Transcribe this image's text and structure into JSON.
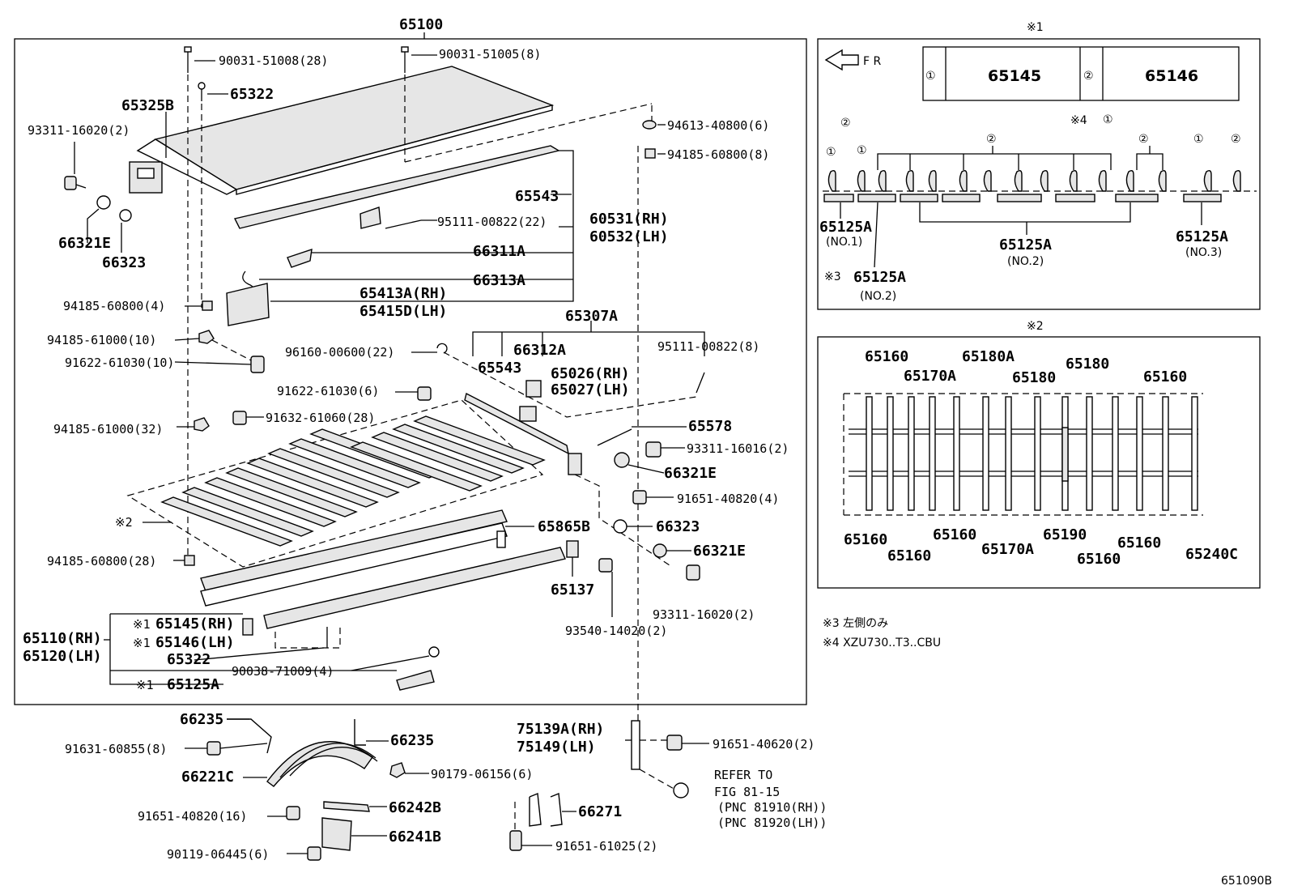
{
  "main": {
    "title": "65100",
    "labels": [
      "90031-51008(28)",
      "90031-51005(8)",
      "65322",
      "65325B",
      "93311-16020(2)",
      "66321E",
      "66323",
      "94613-40800(6)",
      "94185-60800(8)",
      "65543",
      "95111-00822(22)",
      "60531(RH)",
      "60532(LH)",
      "66311A",
      "66313A",
      "65413A(RH)",
      "65415D(LH)",
      "94185-60800(4)",
      "65307A",
      "94185-61000(10)",
      "91622-61030(10)",
      "96160-00600(22)",
      "66312A",
      "95111-00822(8)",
      "65543",
      "65026(RH)",
      "65027(LH)",
      "91622-61030(6)",
      "94185-61000(32)",
      "91632-61060(28)",
      "65578",
      "93311-16016(2)",
      "66321E",
      "91651-40820(4)",
      "※2",
      "66323",
      "65865B",
      "66321E",
      "94185-60800(28)",
      "65137",
      "93311-16020(2)",
      "93540-14020(2)",
      "65110(RH)",
      "65120(LH)",
      "※1",
      "65145(RH)",
      "※1",
      "65146(LH)",
      "65322",
      "90038-71009(4)",
      "※1",
      "65125A"
    ]
  },
  "lower": {
    "labels": [
      "66235",
      "91631-60855(8)",
      "66235",
      "66221C",
      "90179-06156(6)",
      "91651-40820(16)",
      "66242B",
      "66241B",
      "90119-06445(6)",
      "66271",
      "91651-61025(2)",
      "75139A(RH)",
      "75149(LH)",
      "91651-40620(2)",
      "REFER TO",
      "FIG 81-15",
      "(PNC 81910(RH))",
      "(PNC 81920(LH))"
    ]
  },
  "inset1": {
    "mark": "※1",
    "fr": "F R",
    "circle1": "①",
    "circle2": "②",
    "part1": "65145",
    "part2": "65146",
    "mark4": "※4",
    "sub_labels": [
      "65125A",
      "(NO.1)",
      "65125A",
      "(NO.2)",
      "65125A",
      "(NO.3)",
      "※3",
      "65125A",
      "(NO.2)"
    ]
  },
  "inset2": {
    "mark": "※2",
    "top_labels": [
      "65160",
      "65170A",
      "65180A",
      "65180",
      "65180",
      "65160"
    ],
    "bottom_labels": [
      "65160",
      "65160",
      "65160",
      "65170A",
      "65190",
      "65160",
      "65160",
      "65240C"
    ]
  },
  "notes": {
    "n3": "※3  左側のみ",
    "n4": "※4  XZU730..T3..CBU"
  },
  "figure_id": "651090B"
}
